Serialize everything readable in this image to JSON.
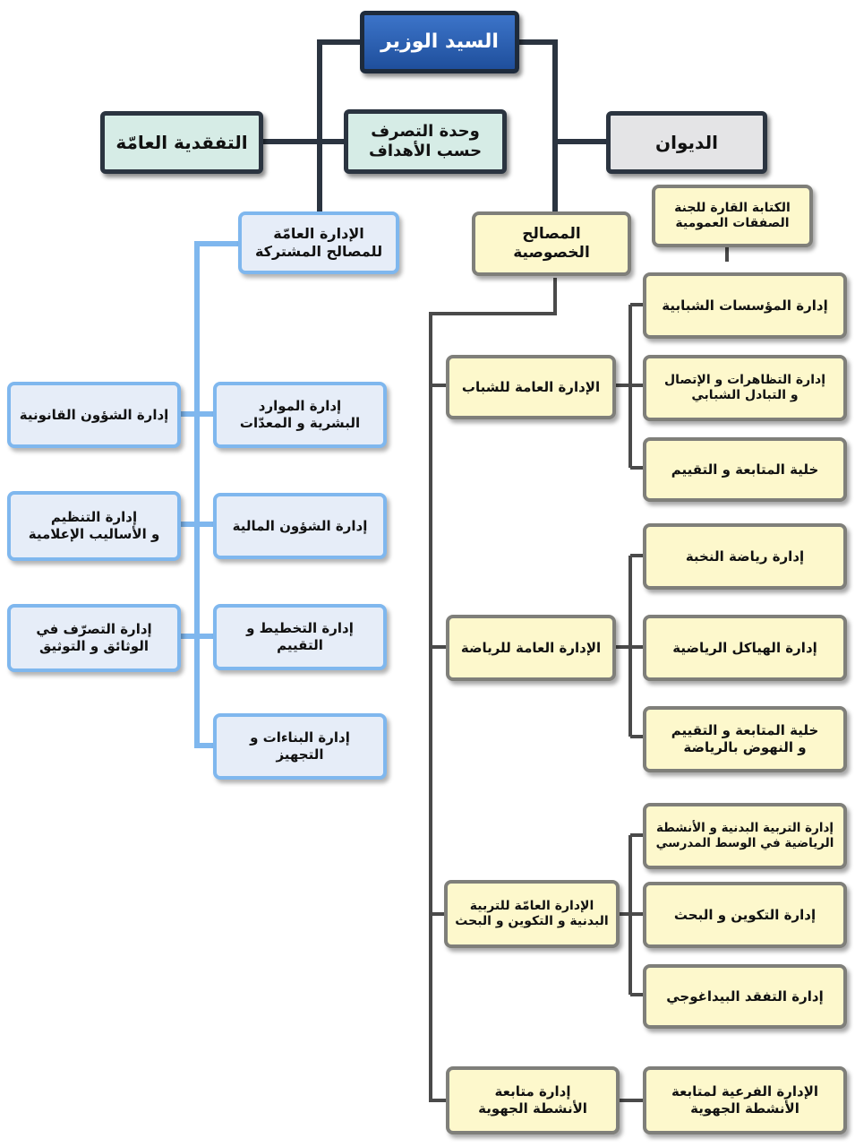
{
  "org": {
    "minister": "السيد الوزير",
    "inspection": "التفقدية العامّة",
    "unit_goals": "وحدة التصرف\nحسب الأهداف",
    "cabinet": "الديوان",
    "procurement_committee": "الكتابة القارة للجنة\nالصفقات العمومية",
    "specific_services": "المصالح الخصوصية",
    "common_services": "الإدارة العامّة\nللمصالح المشتركة",
    "common": {
      "hr": "إدارة الموارد\nالبشرية و المعدّات",
      "finance": "إدارة الشؤون المالية",
      "planning": "إدارة التخطيط و التقييم",
      "buildings": "إدارة البناءات و التجهيز",
      "legal": "إدارة الشؤون القانونية",
      "organization": "إدارة التنظيم\nو الأساليب الإعلامية",
      "documents": "إدارة التصرّف في\nالوثائق و التوثيق"
    },
    "youth": {
      "general": "الإدارة العامة للشباب",
      "institutions": "إدارة المؤسسات الشبابية",
      "events": "إدارة التظاهرات و الإتصال\nو التبادل الشبابي",
      "followup": "خلية المتابعة و التقييم"
    },
    "sport": {
      "general": "الإدارة العامة للرياضة",
      "elite": "إدارة رياضة النخبة",
      "structures": "إدارة الهياكل الرياضية",
      "followup": "خلية المتابعة و التقييم\nو النهوض بالرياضة"
    },
    "pe": {
      "general": "الإدارة العامّة للتربية\nالبدنية و التكوين و البحث",
      "school": "إدارة التربية البدنية و الأنشطة\nالرياضية في الوسط المدرسي",
      "training": "إدارة التكوين و البحث",
      "inspection": "إدارة التفقد البيداغوجي"
    },
    "regional": {
      "followup": "إدارة متابعة\nالأنشطة الجهوية",
      "sub": "الإدارة الفرعية لمتابعة\nالأنشطة الجهوية"
    }
  },
  "colors": {
    "minister": "#2a5fb3",
    "connector_dark": "#2b3440",
    "connector_blue": "#7fb7ee",
    "connector_grey": "#4a4a4a",
    "yellow_fill": "#fdf8cc",
    "blue_fill": "#e6edf8"
  }
}
